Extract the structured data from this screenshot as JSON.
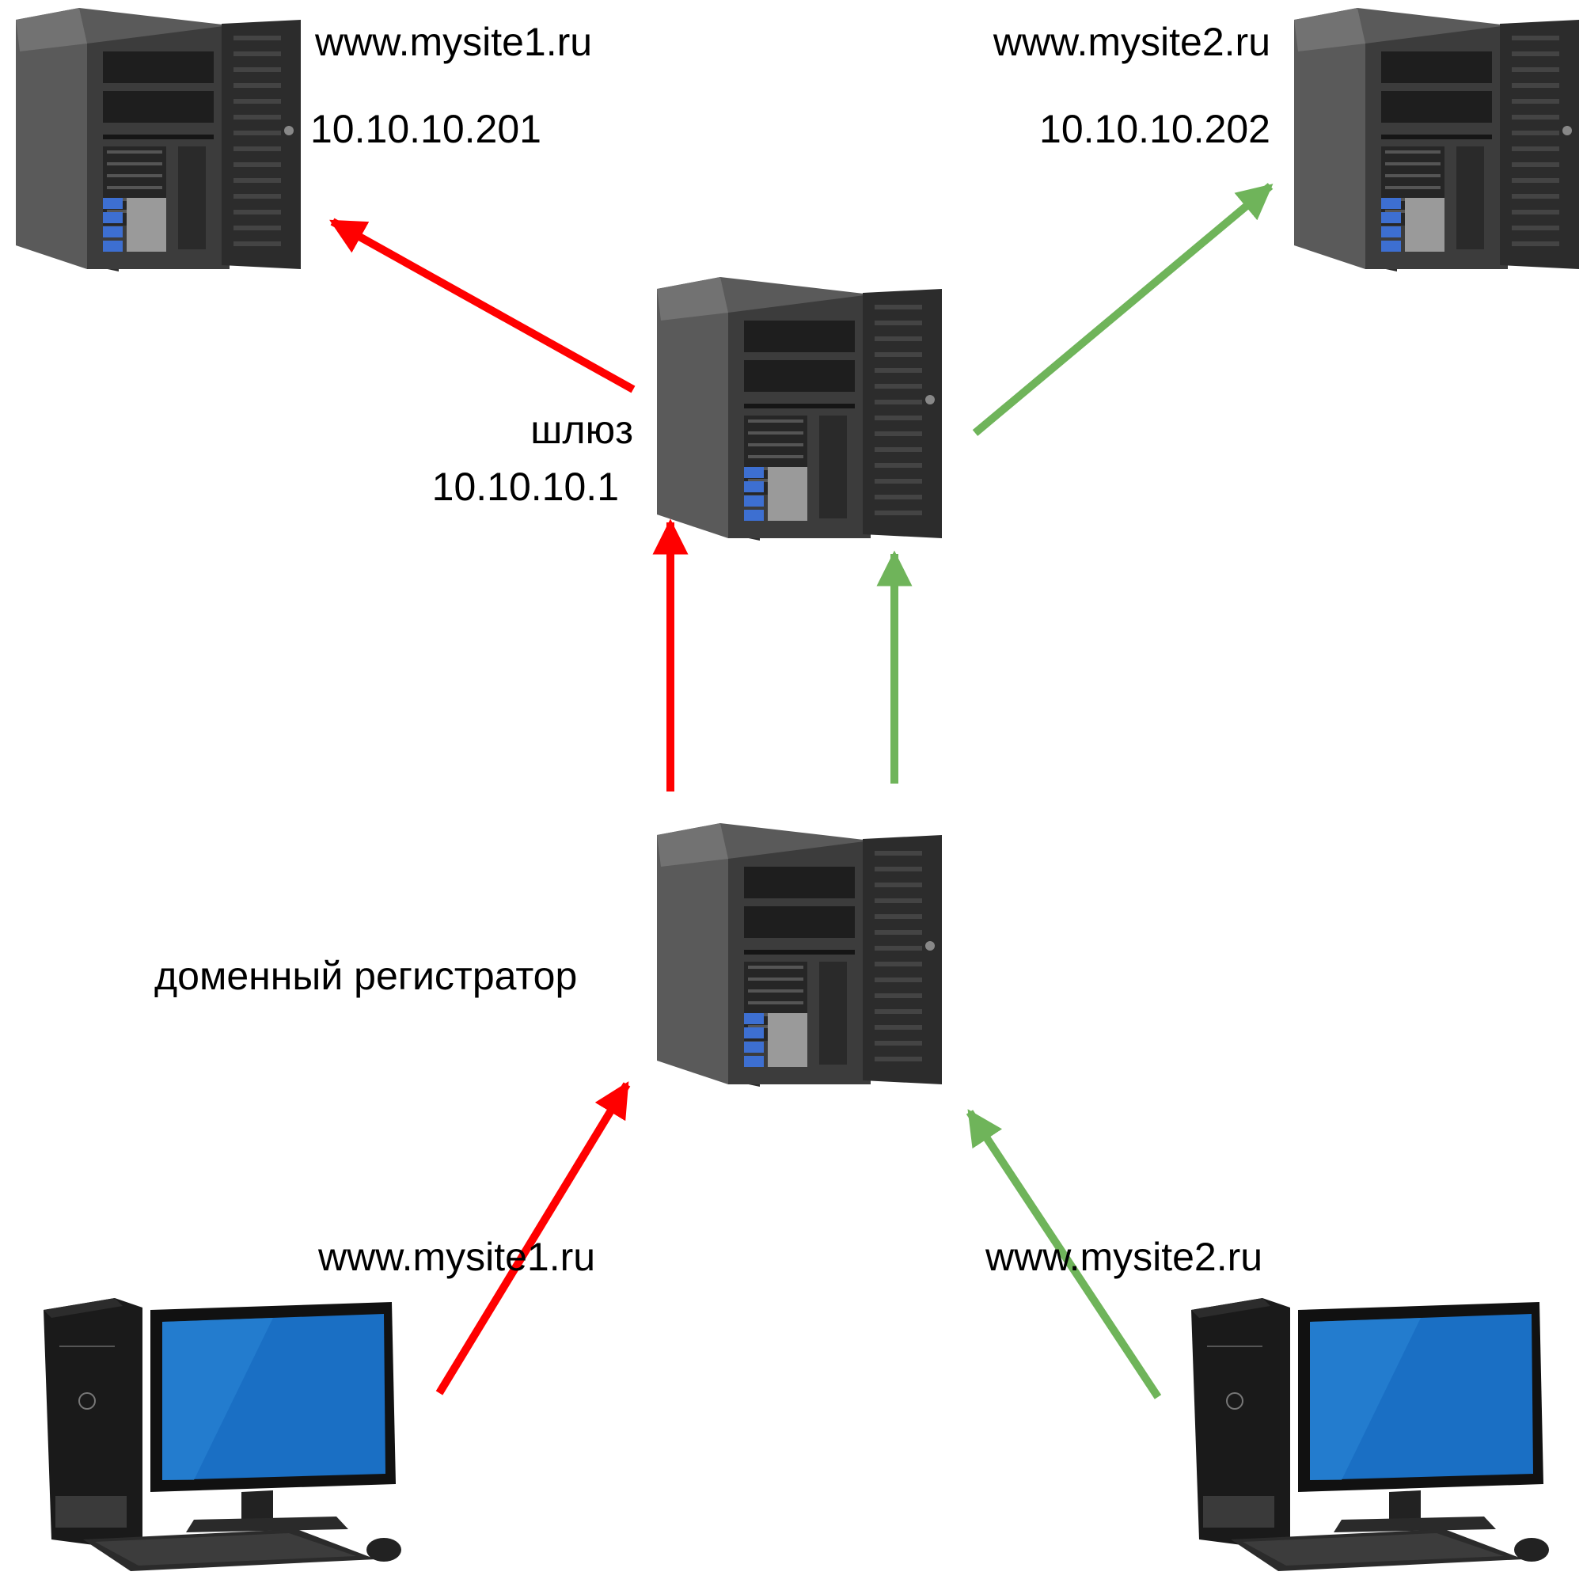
{
  "colors": {
    "red": "#ff0000",
    "green": "#6fb45a",
    "background": "#ffffff"
  },
  "servers": {
    "site1": {
      "domain": "www.mysite1.ru",
      "ip": "10.10.10.201",
      "icon": "server-tower-icon"
    },
    "site2": {
      "domain": "www.mysite2.ru",
      "ip": "10.10.10.202",
      "icon": "server-tower-icon"
    },
    "gateway": {
      "name": "шлюз",
      "ip": "10.10.10.1",
      "icon": "server-tower-icon"
    },
    "registrar": {
      "name": "доменный регистратор",
      "icon": "server-tower-icon"
    }
  },
  "clients": {
    "client1": {
      "request": "www.mysite1.ru",
      "icon": "desktop-computer-icon"
    },
    "client2": {
      "request": "www.mysite2.ru",
      "icon": "desktop-computer-icon"
    }
  },
  "arrows": [
    {
      "name": "client1-to-registrar-arrow",
      "color": "red"
    },
    {
      "name": "client2-to-registrar-arrow",
      "color": "green"
    },
    {
      "name": "registrar-to-gateway-red-arrow",
      "color": "red"
    },
    {
      "name": "registrar-to-gateway-green-arrow",
      "color": "green"
    },
    {
      "name": "gateway-to-site1-arrow",
      "color": "red"
    },
    {
      "name": "gateway-to-site2-arrow",
      "color": "green"
    }
  ]
}
